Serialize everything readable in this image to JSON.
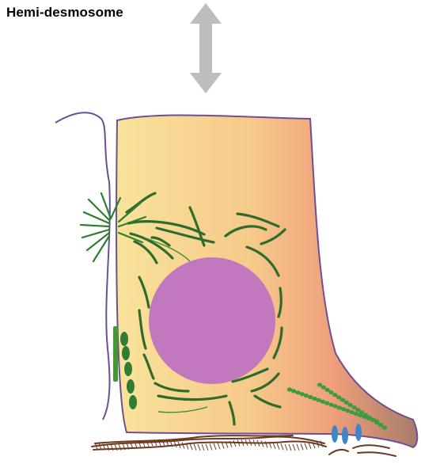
{
  "title": "Hemi-desmosome",
  "colors": {
    "cell_left": "#F9E39B",
    "cell_mid": "#F5C487",
    "cell_right": "#EE9A78",
    "cell_tail": "#B9806B",
    "cell_outline": "#6F4E98",
    "nucleus": "#C178BD",
    "filament_green": "#2E7D32",
    "cell_junction_green": "#2E8B3A",
    "receptor_blue": "#3F86C8",
    "matrix_brown": "#6B3A20",
    "arrow_gray": "#BDBDBD"
  },
  "icons": {
    "arrow": "double-headed-vertical-arrow",
    "cell": "epithelial-cell-shape",
    "nucleus": "nucleus-circle"
  }
}
